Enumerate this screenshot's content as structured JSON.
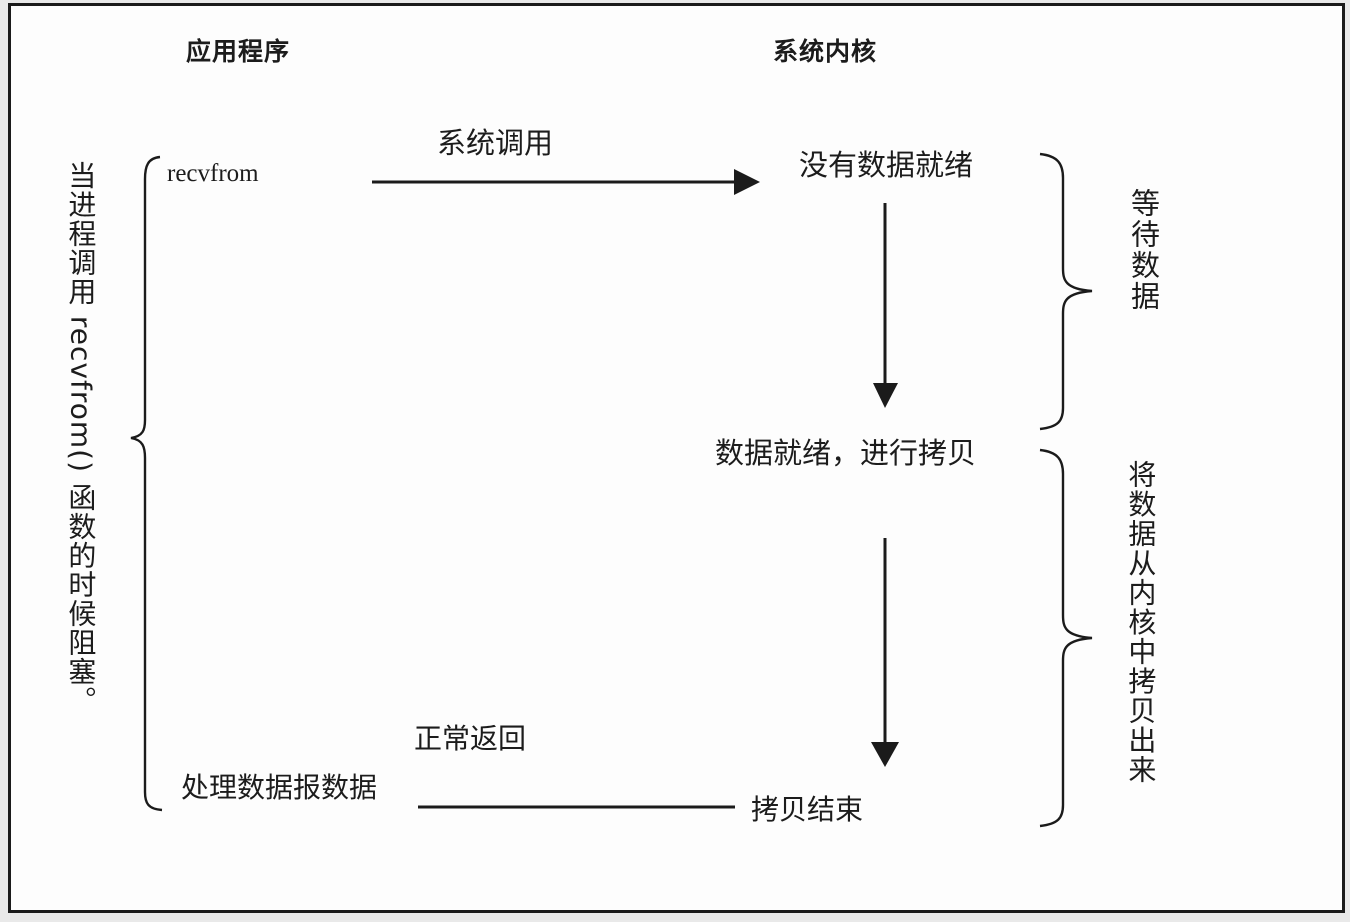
{
  "diagram": {
    "headers": {
      "application": "应用程序",
      "kernel": "系统内核"
    },
    "left_note": "当进程调用 recvfrom() 函数的时候阻塞。",
    "flow": {
      "recvfrom": "recvfrom",
      "syscall_label": "系统调用",
      "no_data_ready": "没有数据就绪",
      "data_ready_copy": "数据就绪，进行拷贝",
      "copy_complete": "拷贝结束",
      "process_datagram": "处理数据报数据",
      "normal_return_label": "正常返回"
    },
    "brace_labels": {
      "wait_data": "等待数据",
      "copy_from_kernel": "将数据从内核中拷贝出来"
    },
    "colors": {
      "ink": "#1b1b1b",
      "background": "#fdfdfd"
    }
  }
}
